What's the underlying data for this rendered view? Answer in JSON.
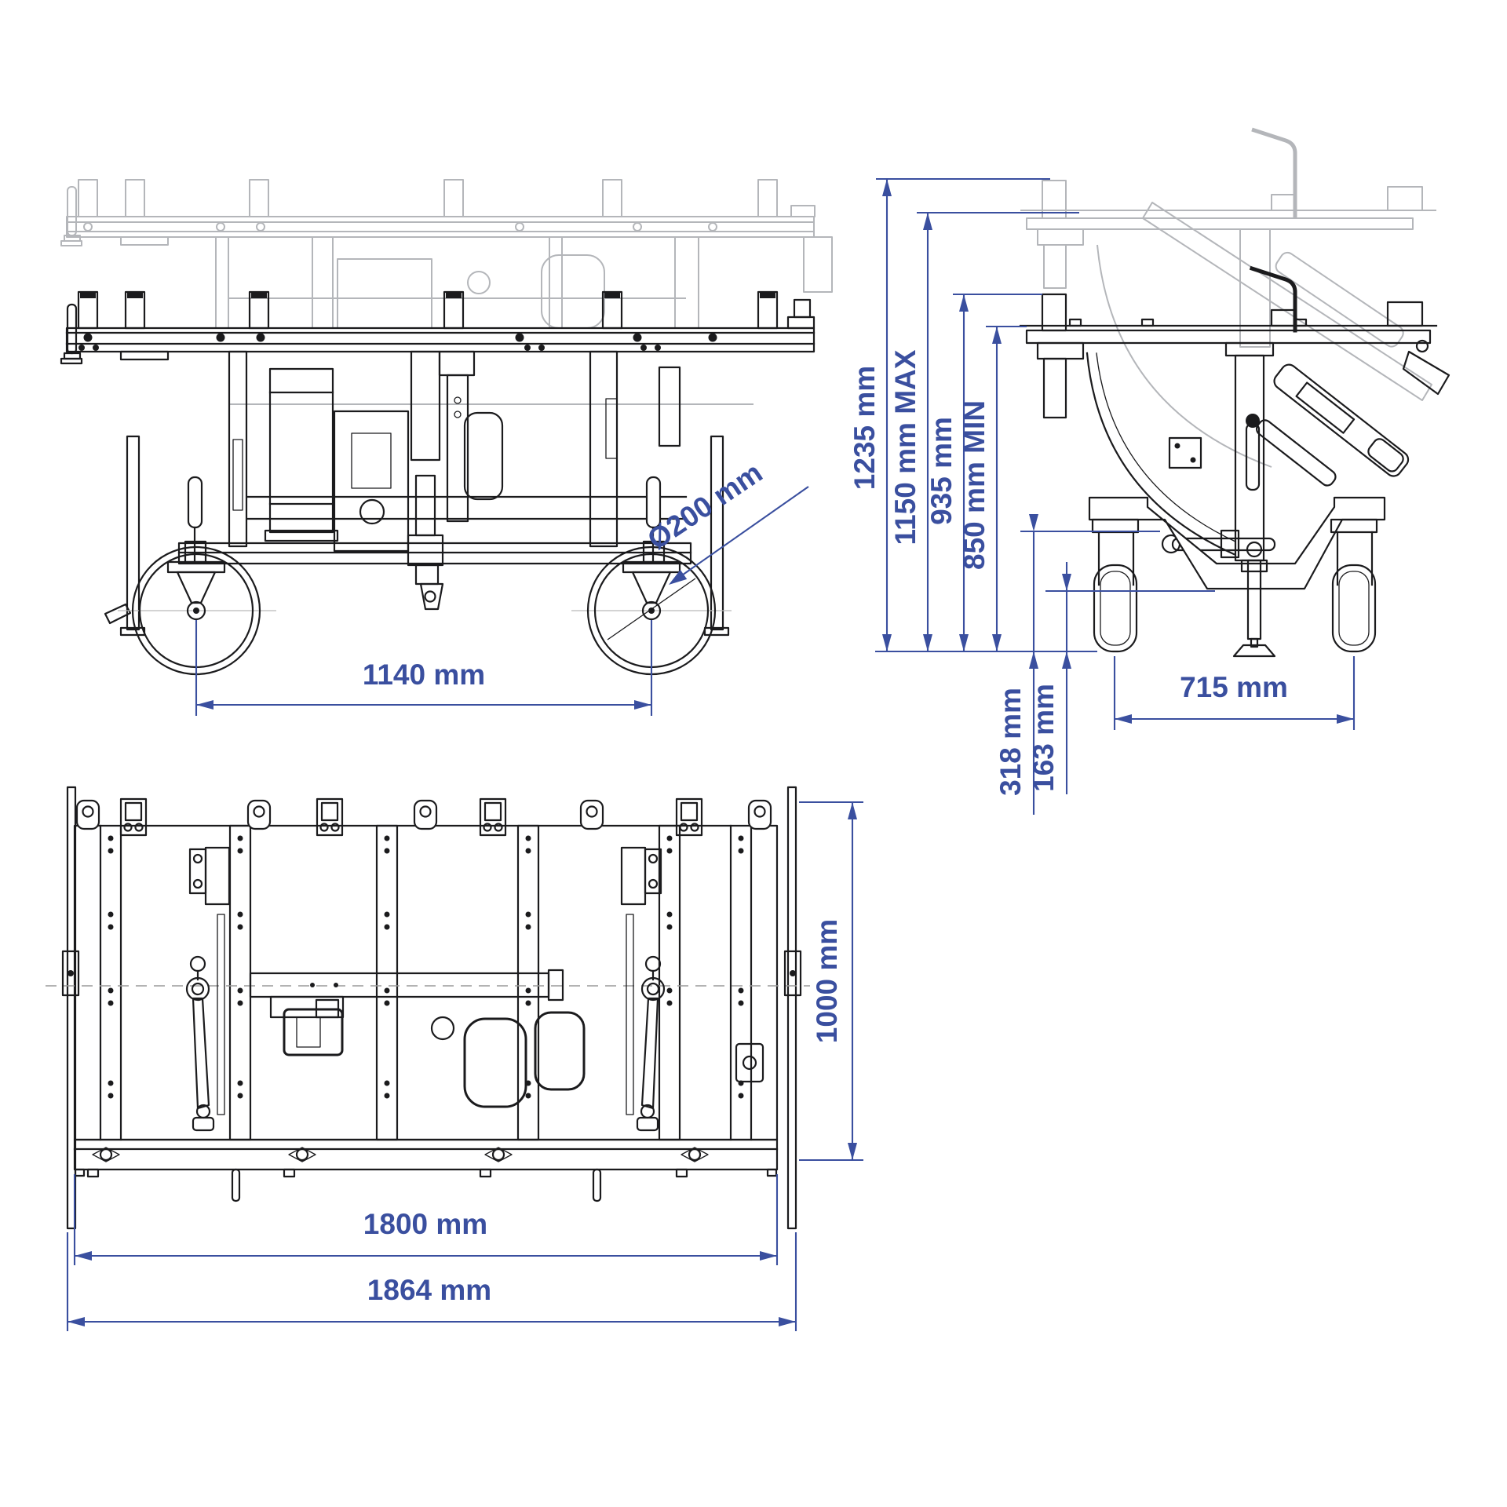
{
  "colors": {
    "dimension_blue": "#3a4f9f",
    "line_dark": "#1b1b1d",
    "line_faded": "#b4b6ba",
    "background": "#ffffff"
  },
  "views": {
    "front": {
      "name": "front-view",
      "dims": {
        "wheelbase": "1140 mm",
        "wheel_diameter": "Ø200 mm"
      }
    },
    "side": {
      "name": "side-view",
      "dims": {
        "overall_height": "1235 mm",
        "platform_max": "1150 mm MAX",
        "mid_height": "935 mm",
        "platform_min": "850 mm MIN",
        "base_height": "318 mm",
        "clearance": "163 mm",
        "wheel_track": "715 mm"
      }
    },
    "plan": {
      "name": "top-view",
      "dims": {
        "frame_length": "1800 mm",
        "overall_length": "1864 mm",
        "overall_width": "1000 mm"
      }
    }
  }
}
